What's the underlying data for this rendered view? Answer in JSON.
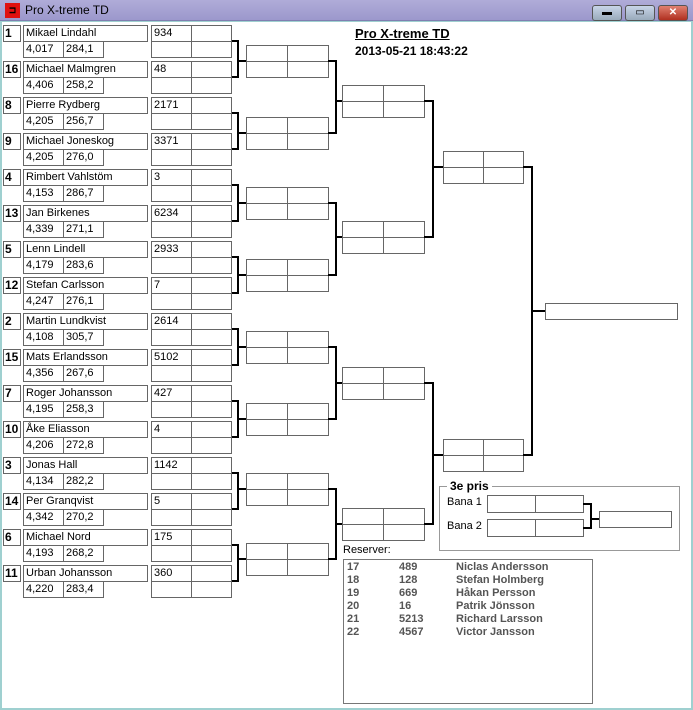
{
  "window": {
    "title": "Pro X-treme TD",
    "icon": "bracket-app-icon",
    "buttons": [
      "minimize",
      "maximize",
      "close"
    ]
  },
  "header": {
    "title": "Pro X-treme TD",
    "datetime": "2013-05-21 18:43:22"
  },
  "players": [
    {
      "seed": "1",
      "name": "Mikael Lindahl",
      "a": "4,017",
      "b": "284,1",
      "num": "934"
    },
    {
      "seed": "16",
      "name": "Michael Malmgren",
      "a": "4,406",
      "b": "258,2",
      "num": "48"
    },
    {
      "seed": "8",
      "name": "Pierre Rydberg",
      "a": "4,205",
      "b": "256,7",
      "num": "2171"
    },
    {
      "seed": "9",
      "name": "Michael Joneskog",
      "a": "4,205",
      "b": "276,0",
      "num": "3371"
    },
    {
      "seed": "4",
      "name": "Rimbert Vahlstöm",
      "a": "4,153",
      "b": "286,7",
      "num": "3"
    },
    {
      "seed": "13",
      "name": "Jan Birkenes",
      "a": "4,339",
      "b": "271,1",
      "num": "6234"
    },
    {
      "seed": "5",
      "name": "Lenn Lindell",
      "a": "4,179",
      "b": "283,6",
      "num": "2933"
    },
    {
      "seed": "12",
      "name": "Stefan Carlsson",
      "a": "4,247",
      "b": "276,1",
      "num": "7"
    },
    {
      "seed": "2",
      "name": "Martin Lundkvist",
      "a": "4,108",
      "b": "305,7",
      "num": "2614"
    },
    {
      "seed": "15",
      "name": "Mats Erlandsson",
      "a": "4,356",
      "b": "267,6",
      "num": "5102"
    },
    {
      "seed": "7",
      "name": "Roger Johansson",
      "a": "4,195",
      "b": "258,3",
      "num": "427"
    },
    {
      "seed": "10",
      "name": "Åke Eliasson",
      "a": "4,206",
      "b": "272,8",
      "num": "4"
    },
    {
      "seed": "3",
      "name": "Jonas Hall",
      "a": "4,134",
      "b": "282,2",
      "num": "1142"
    },
    {
      "seed": "14",
      "name": "Per Granqvist",
      "a": "4,342",
      "b": "270,2",
      "num": "5"
    },
    {
      "seed": "6",
      "name": "Michael Nord",
      "a": "4,193",
      "b": "268,2",
      "num": "175"
    },
    {
      "seed": "11",
      "name": "Urban Johansson",
      "a": "4,220",
      "b": "283,4",
      "num": "360"
    }
  ],
  "third_place": {
    "title": "3e pris",
    "lane1": "Bana 1",
    "lane2": "Bana 2"
  },
  "reserves": {
    "label": "Reserver:",
    "rows": [
      {
        "pos": "17",
        "num": "489",
        "name": "Niclas Andersson"
      },
      {
        "pos": "18",
        "num": "128",
        "name": "Stefan Holmberg"
      },
      {
        "pos": "19",
        "num": "669",
        "name": "Håkan Persson"
      },
      {
        "pos": "20",
        "num": "16",
        "name": "Patrik Jönsson"
      },
      {
        "pos": "21",
        "num": "5213",
        "name": "Richard Larsson"
      },
      {
        "pos": "22",
        "num": "4567",
        "name": "Victor Jansson"
      }
    ]
  }
}
